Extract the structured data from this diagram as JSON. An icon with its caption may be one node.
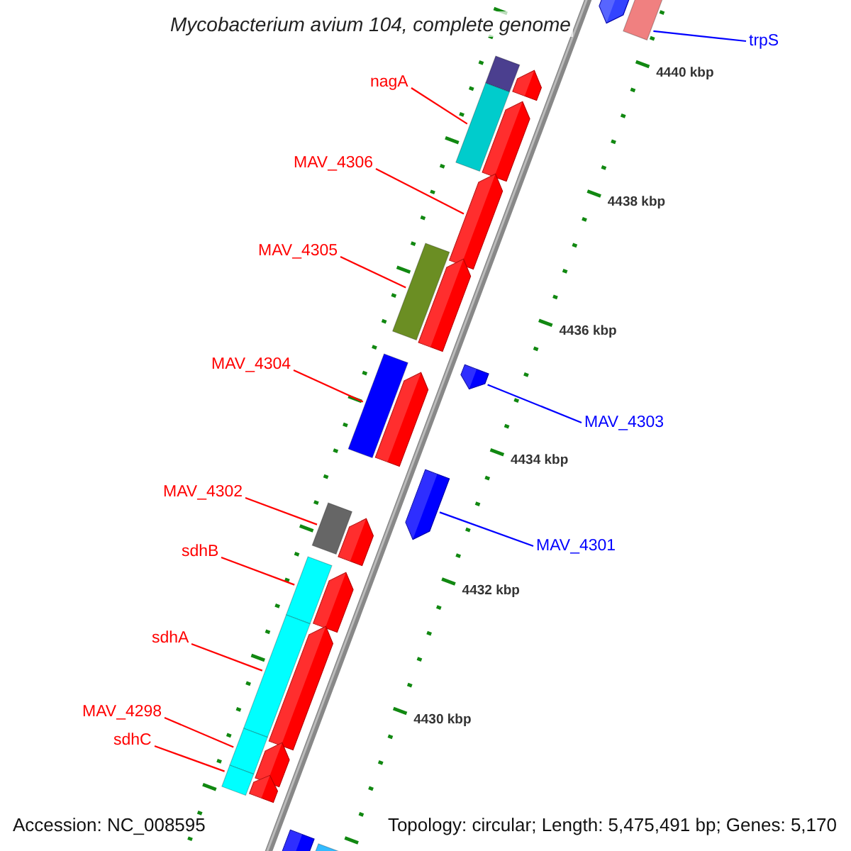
{
  "diagram": {
    "title": "Mycobacterium avium 104, complete genome",
    "nodes": [
      {
        "text": [
          "trpS"
        ]
      },
      {
        "text": [],
        "shape": "arrow"
      },
      {
        "text": [],
        "shape": "arrow"
      },
      {
        "text": [
          "nagA"
        ]
      },
      {
        "text": [],
        "shape": "arrow"
      },
      {
        "text": [
          "MAV_4306"
        ]
      },
      {
        "text": [],
        "shape": "arrow"
      },
      {
        "text": [
          "MAV_4305"
        ]
      },
      {
        "text": [],
        "shape": "arrow"
      },
      {
        "text": [
          "MAV_4304"
        ]
      },
      {
        "text": [],
        "shape": "arrow"
      },
      {
        "text": [
          "MAV_4303"
        ]
      },
      {
        "text": [],
        "shape": "arrow"
      },
      {
        "text": [
          "MAV_4302"
        ]
      },
      {
        "text": [],
        "shape": "arrow"
      },
      {
        "text": [
          "MAV_4301"
        ]
      },
      {
        "text": [],
        "shape": "arrow"
      },
      {
        "text": [
          "sdhB"
        ]
      },
      {
        "text": [],
        "shape": "arrow"
      },
      {
        "text": [
          "sdhA"
        ]
      },
      {
        "text": [],
        "shape": "arrow"
      },
      {
        "text": [
          "MAV_4298"
        ]
      },
      {
        "text": [],
        "shape": "arrow"
      },
      {
        "text": [
          "sdhC"
        ]
      },
      {
        "text": [],
        "shape": "arrow"
      },
      {
        "text": [],
        "shape": "arrow"
      }
    ],
    "edges": [
      {
        "from": 0,
        "to": 1,
        "arrow": "none",
        "color": "#0000ff"
      },
      {
        "from": 3,
        "to": 4,
        "arrow": "none"
      },
      {
        "from": 5,
        "to": 6,
        "arrow": "none"
      },
      {
        "from": 7,
        "to": 8,
        "arrow": "none"
      },
      {
        "from": 9,
        "to": 10,
        "arrow": "none"
      },
      {
        "from": 11,
        "to": 12,
        "arrow": "none",
        "color": "#0000ff"
      },
      {
        "from": 13,
        "to": 14,
        "arrow": "none"
      },
      {
        "from": 15,
        "to": 16,
        "arrow": "none",
        "color": "#0000ff"
      },
      {
        "from": 17,
        "to": 18,
        "arrow": "none"
      },
      {
        "from": 19,
        "to": 20,
        "arrow": "none"
      },
      {
        "from": 21,
        "to": 22,
        "arrow": "none"
      },
      {
        "from": 23,
        "to": 24,
        "arrow": "none"
      }
    ],
    "labels": [
      "4440 kbp",
      "4438 kbp",
      "4436 kbp",
      "4434 kbp",
      "4432 kbp",
      "4430 kbp",
      "Accession: NC_008595",
      "Topology: circular; Length: 5,475,491 bp; Genes: 5,170"
    ]
  }
}
